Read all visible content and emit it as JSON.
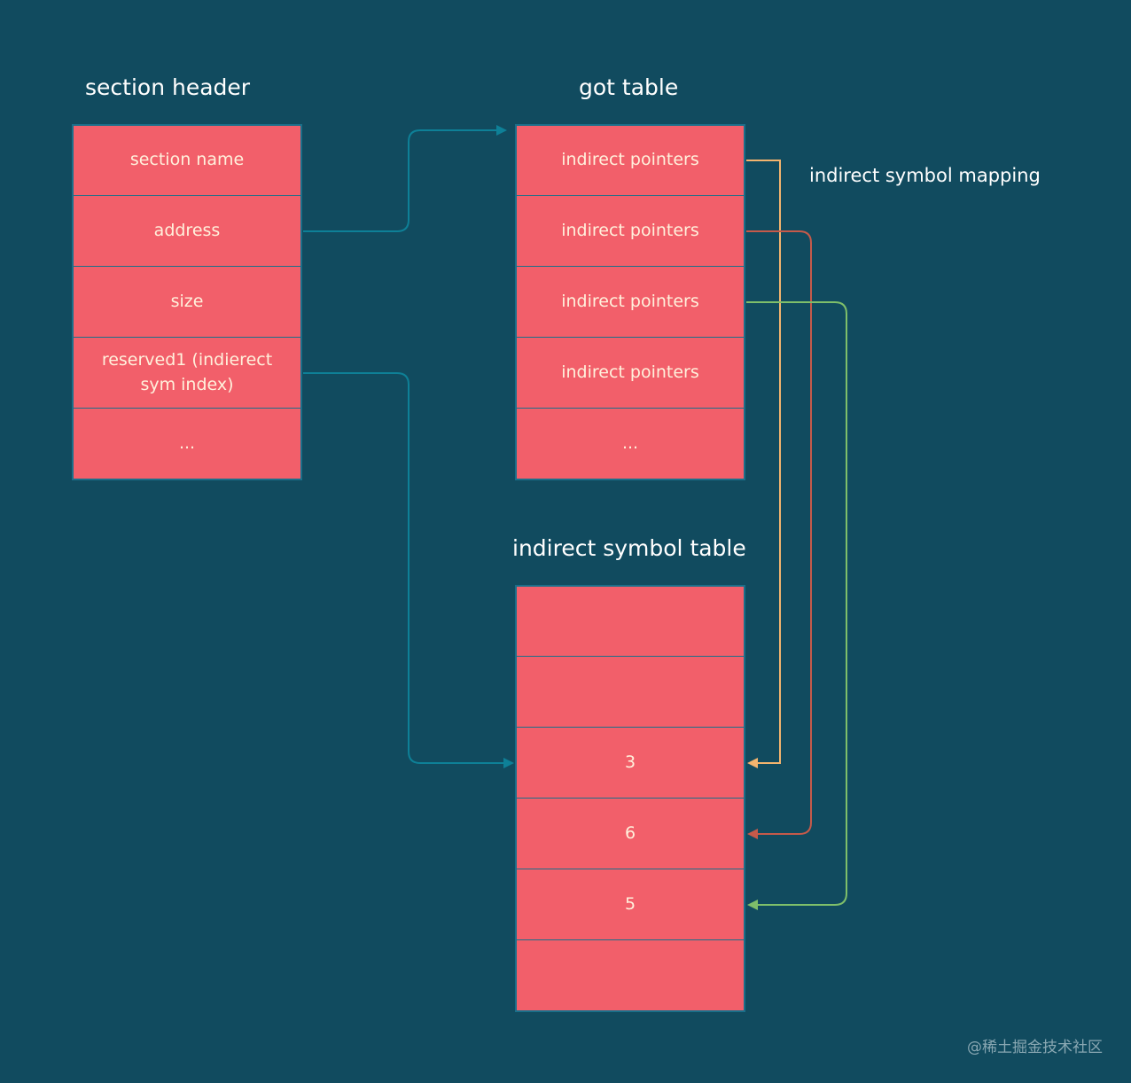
{
  "titles": {
    "section_header": "section header",
    "got_table": "got table",
    "indirect_symbol_table": "indirect symbol table"
  },
  "note": "indirect symbol mapping",
  "section_header": {
    "cells": [
      "section name",
      "address",
      "size",
      "reserved1 (indierect sym index)",
      "..."
    ]
  },
  "got_table": {
    "cells": [
      "indirect pointers",
      "indirect pointers",
      "indirect pointers",
      "indirect pointers",
      "..."
    ]
  },
  "indirect_symbol_table": {
    "cells": [
      "",
      "",
      "3",
      "6",
      "5",
      ""
    ]
  },
  "colors": {
    "background": "#114b5f",
    "cell_fill": "#f25f6a",
    "link_teal": "#0e8097",
    "link_orange": "#f3b46e",
    "link_red": "#c65a4a",
    "link_green": "#7fbf6a"
  },
  "watermark": "@稀土掘金技术社区"
}
